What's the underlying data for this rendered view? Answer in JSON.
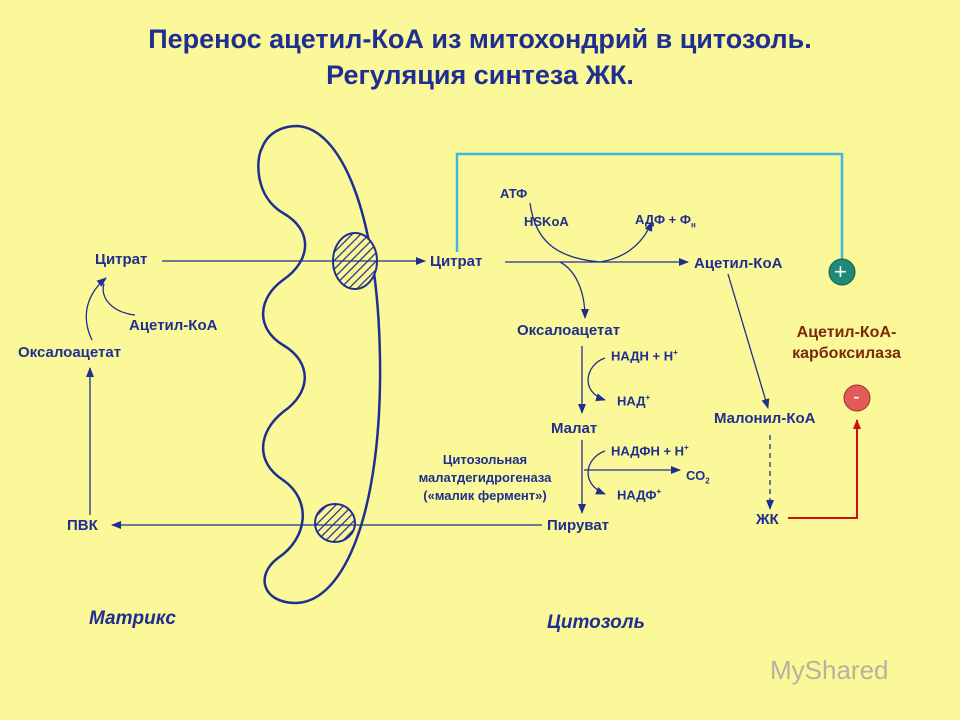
{
  "title": {
    "line1": "Перенос ацетил-КоА из митохондрий в цитозоль.",
    "line2": "Регуляция синтеза ЖК."
  },
  "matrix": {
    "citrate": "Цитрат",
    "acetyl_coa": "Ацетил-КоА",
    "oxaloacetate": "Оксалоацетат",
    "pvk": "ПВК",
    "zone": "Матрикс"
  },
  "cytosol": {
    "citrate": "Цитрат",
    "atp": "АТФ",
    "hskoa": "HSKoA",
    "adp_pn": "АДФ + Ф",
    "pn_sub": "н",
    "acetyl_coa": "Ацетил-КоА",
    "oxaloacetate": "Оксалоацетат",
    "nadh": "НАДН + Н",
    "nadh_sup": "+",
    "nad": "НАД",
    "nad_sup": "+",
    "malate": "Малат",
    "nadph": "НАДФН + Н",
    "nadph_sup": "+",
    "co2": "СО",
    "co2_sub": "2",
    "nadp": "НАДФ",
    "nadp_sup": "+",
    "enzyme_line1": "Цитозольная",
    "enzyme_line2": "малатдегидрогеназа",
    "enzyme_line3": "(«малик фермент»)",
    "pyruvate": "Пируват",
    "malonyl_coa": "Малонил-КоА",
    "fa": "ЖК",
    "carboxylase_line1": "Ацетил-КоА-",
    "carboxylase_line2": "карбоксилаза",
    "plus": "+",
    "minus": "-",
    "zone": "Цитозоль"
  },
  "watermark": "MyShared",
  "colors": {
    "background": "#fbf89a",
    "text": "#1f2f8f",
    "activation_line": "#3fb7e0",
    "plus_badge": "#1f8a78",
    "minus_badge": "#e45a5a",
    "inhibition_line": "#cc1111",
    "enzyme_text": "#7a2a0a"
  }
}
